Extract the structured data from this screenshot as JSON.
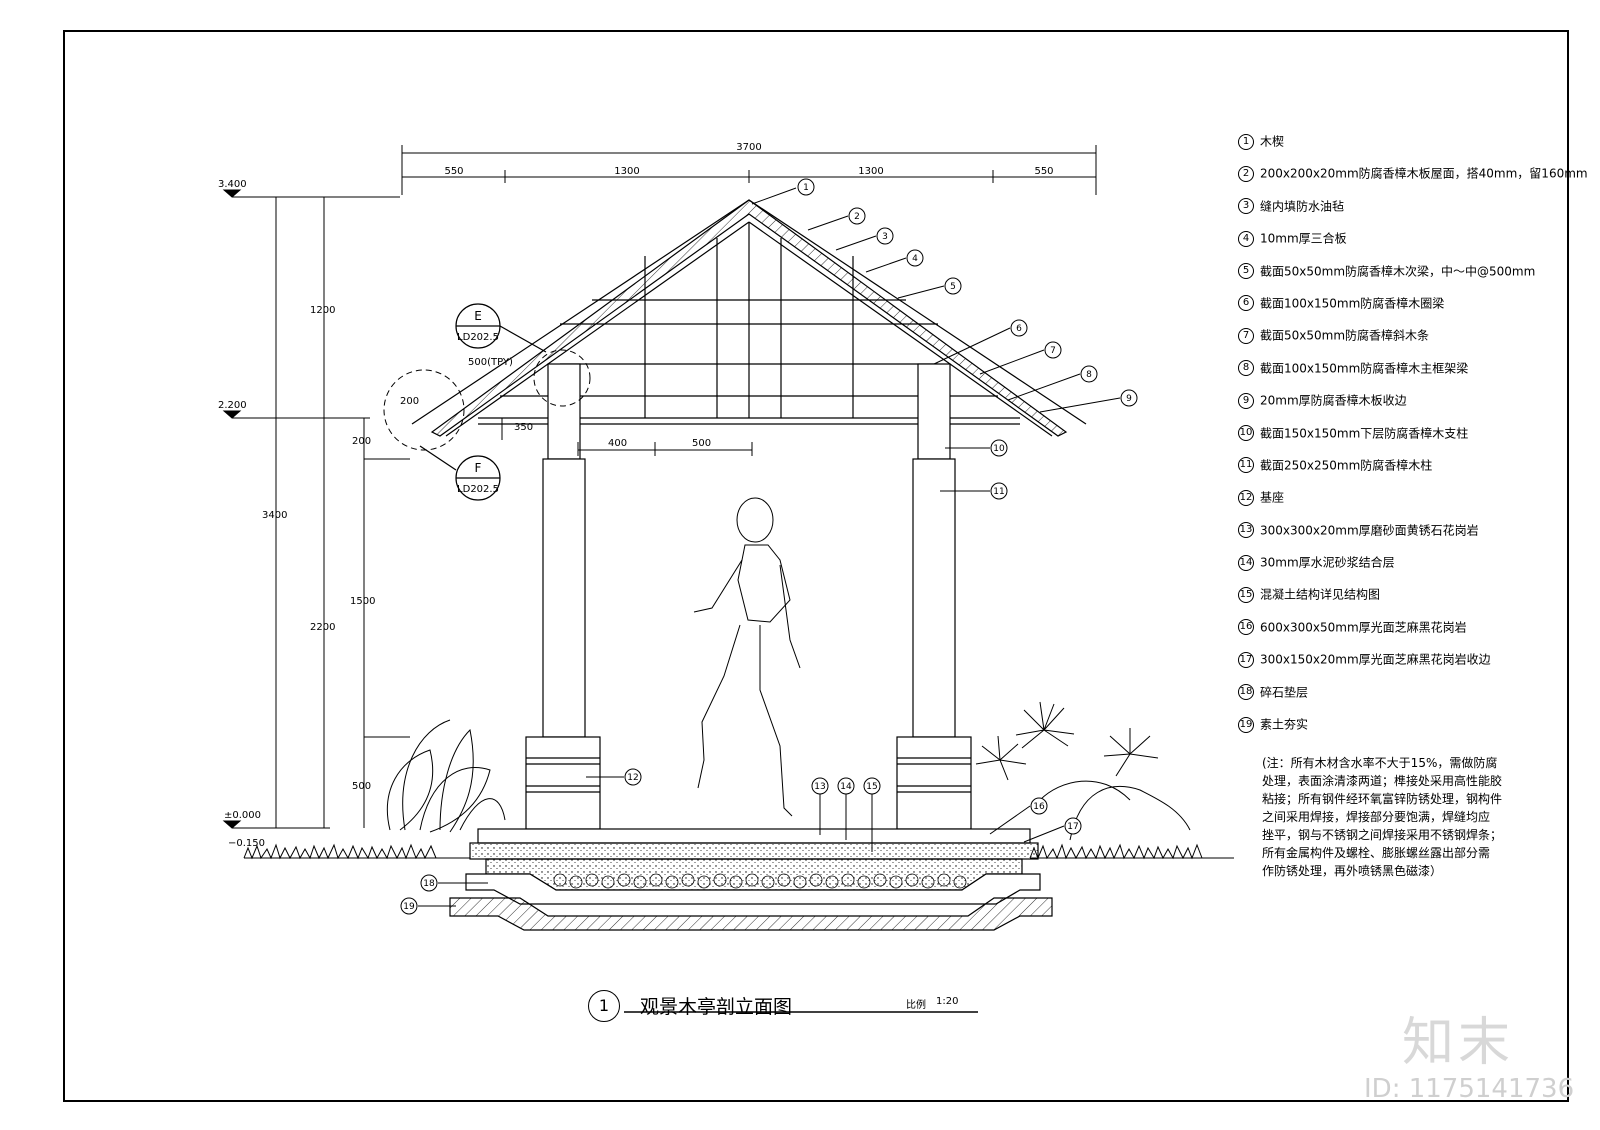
{
  "drawing": {
    "title_number": "1",
    "title": "观景木亭剖立面图",
    "scale_label": "比例",
    "scale_value": "1:20"
  },
  "dimensions": {
    "total_width": "3700",
    "segments": [
      "550",
      "1300",
      "1300",
      "550"
    ],
    "level_top": "3.400",
    "level_mid": "2.200",
    "level_zero": "±0.000",
    "level_ground": "−0.150",
    "height_total": "3400",
    "height_roof": "1200",
    "height_lower": "2200",
    "height_col": "1500",
    "height_base": "500",
    "height_200": "200",
    "eave_200": "200",
    "eave_tpy": "500(TPY)",
    "beam_350": "350",
    "span_400": "400",
    "span_500": "500"
  },
  "details": [
    {
      "letter": "E",
      "ref": "LD202.5"
    },
    {
      "letter": "F",
      "ref": "LD202.5"
    }
  ],
  "legend": [
    {
      "num": "1",
      "label": "木楔"
    },
    {
      "num": "2",
      "label": "200x200x20mm防腐香樟木板屋面，搭40mm，留160mm"
    },
    {
      "num": "3",
      "label": "缝内填防水油毡"
    },
    {
      "num": "4",
      "label": "10mm厚三合板"
    },
    {
      "num": "5",
      "label": "截面50x50mm防腐香樟木次梁，中～中@500mm"
    },
    {
      "num": "6",
      "label": "截面100x150mm防腐香樟木圈梁"
    },
    {
      "num": "7",
      "label": "截面50x50mm防腐香樟斜木条"
    },
    {
      "num": "8",
      "label": "截面100x150mm防腐香樟木主框架梁"
    },
    {
      "num": "9",
      "label": "20mm厚防腐香樟木板收边"
    },
    {
      "num": "10",
      "label": "截面150x150mm下层防腐香樟木支柱"
    },
    {
      "num": "11",
      "label": "截面250x250mm防腐香樟木柱"
    },
    {
      "num": "12",
      "label": "基座"
    },
    {
      "num": "13",
      "label": "300x300x20mm厚磨砂面黄锈石花岗岩"
    },
    {
      "num": "14",
      "label": "30mm厚水泥砂浆结合层"
    },
    {
      "num": "15",
      "label": "混凝土结构详见结构图"
    },
    {
      "num": "16",
      "label": "600x300x50mm厚光面芝麻黑花岗岩"
    },
    {
      "num": "17",
      "label": "300x150x20mm厚光面芝麻黑花岗岩收边"
    },
    {
      "num": "18",
      "label": "碎石垫层"
    },
    {
      "num": "19",
      "label": "素土夯实"
    }
  ],
  "note": "(注：所有木材含水率不大于15%，需做防腐\n处理，表面涂清漆两道；榫接处采用高性能胶\n粘接；所有钢件经环氧富锌防锈处理，钢构件\n之间采用焊接，焊接部分要饱满，焊缝均应\n挫平，钢与不锈钢之间焊接采用不锈钢焊条；\n所有金属构件及螺栓、膨胀螺丝露出部分需\n作防锈处理，再外喷锈黑色磁漆）",
  "watermark": {
    "logo": "知末",
    "id": "ID: 1175141736"
  }
}
